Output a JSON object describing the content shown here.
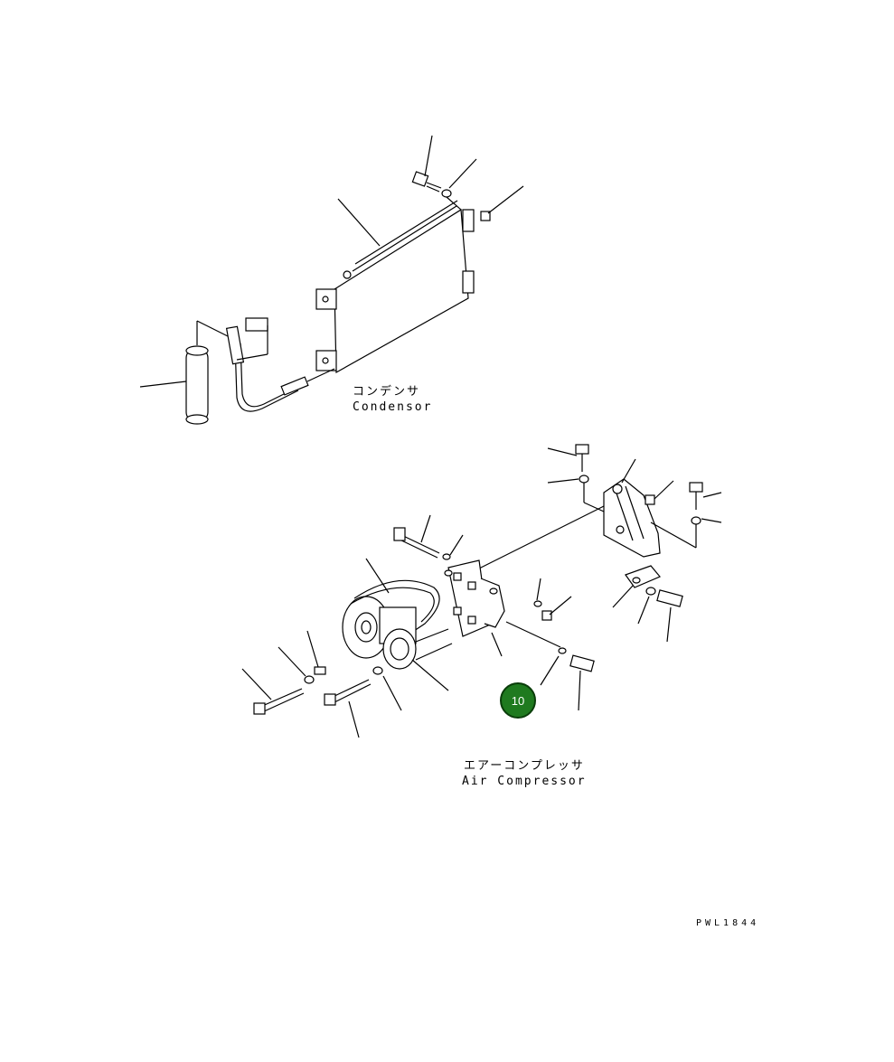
{
  "labels": {
    "condenser_jp": "コンデンサ",
    "condenser_en": "Condensor",
    "compressor_jp": "エアーコンプレッサ",
    "compressor_en": "Air Compressor"
  },
  "callout": {
    "number": "10",
    "color": "#1f7a1f"
  },
  "drawing_code": "PWL1844"
}
